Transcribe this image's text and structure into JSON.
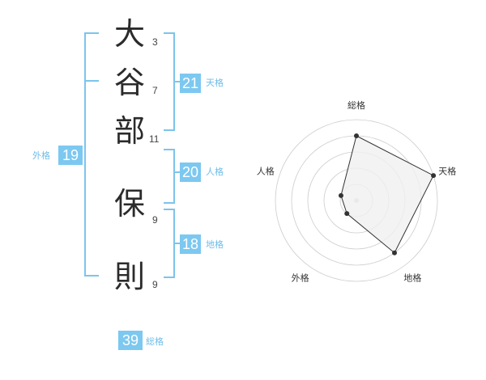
{
  "name": {
    "characters": [
      {
        "char": "大",
        "strokes": "3"
      },
      {
        "char": "谷",
        "strokes": "7"
      },
      {
        "char": "部",
        "strokes": "11"
      },
      {
        "char": "保",
        "strokes": "9"
      },
      {
        "char": "則",
        "strokes": "9"
      }
    ]
  },
  "fortunes": {
    "tenkaku": {
      "value": "21",
      "label": "天格"
    },
    "jinkaku": {
      "value": "20",
      "label": "人格"
    },
    "chikaku": {
      "value": "18",
      "label": "地格"
    },
    "gaikaku": {
      "value": "19",
      "label": "外格"
    },
    "soukaku": {
      "value": "39",
      "label": "総格"
    }
  },
  "colors": {
    "accent": "#7cc8f0",
    "bracket": "#7cc4ec",
    "text": "#2b2b2b",
    "radar_fill": "#f0f0f0",
    "radar_grid": "#cccccc"
  },
  "chart_data": {
    "type": "radar",
    "axes": [
      "総格",
      "天格",
      "地格",
      "外格",
      "人格"
    ],
    "rings": 5,
    "values": [
      4,
      5,
      4,
      1,
      1
    ],
    "max": 5
  }
}
